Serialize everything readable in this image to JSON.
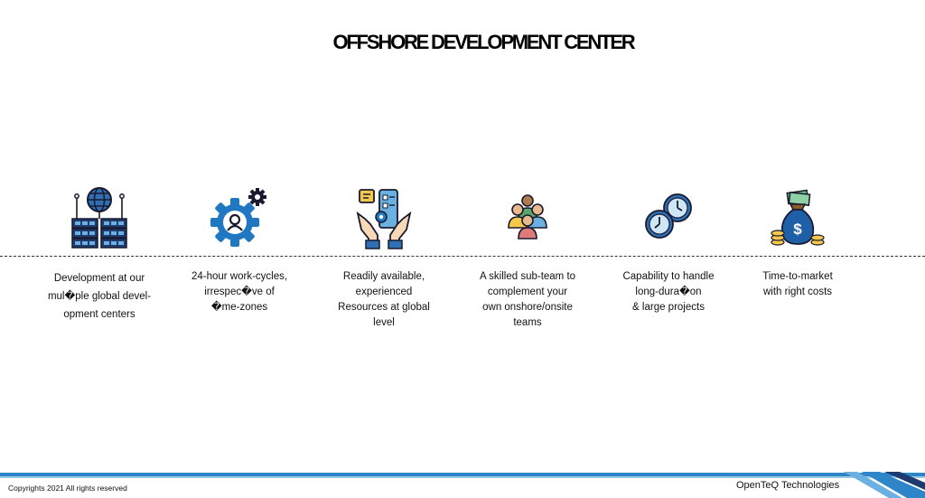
{
  "page": {
    "title": "OFFSHORE DEVELOPMENT CENTER"
  },
  "features": [
    {
      "icon": "global-server-icon",
      "text": "Development at our\nmul�ple global devel-\nopment centers"
    },
    {
      "icon": "gear-user-icon",
      "text": "24-hour work-cycles,\nirrespec�ve of\n�me-zones"
    },
    {
      "icon": "hands-phone-icon",
      "text": "Readily available,\nexperienced\nResources at global\nlevel"
    },
    {
      "icon": "team-icon",
      "text": "A skilled sub-team to\ncomplement your\nown onshore/onsite\nteams"
    },
    {
      "icon": "clocks-icon",
      "text": "Capability to handle\nlong-dura�on\n& large projects"
    },
    {
      "icon": "money-bag-icon",
      "text": "Time-to-market\nwith right costs"
    }
  ],
  "footer": {
    "copyright": "Copyrights 2021 All rights reserved",
    "brand": "OpenTeQ Technologies"
  },
  "colors": {
    "accent": "#2e86c8",
    "navy": "#1e3a6e",
    "light_blue": "#6ab0e0"
  }
}
